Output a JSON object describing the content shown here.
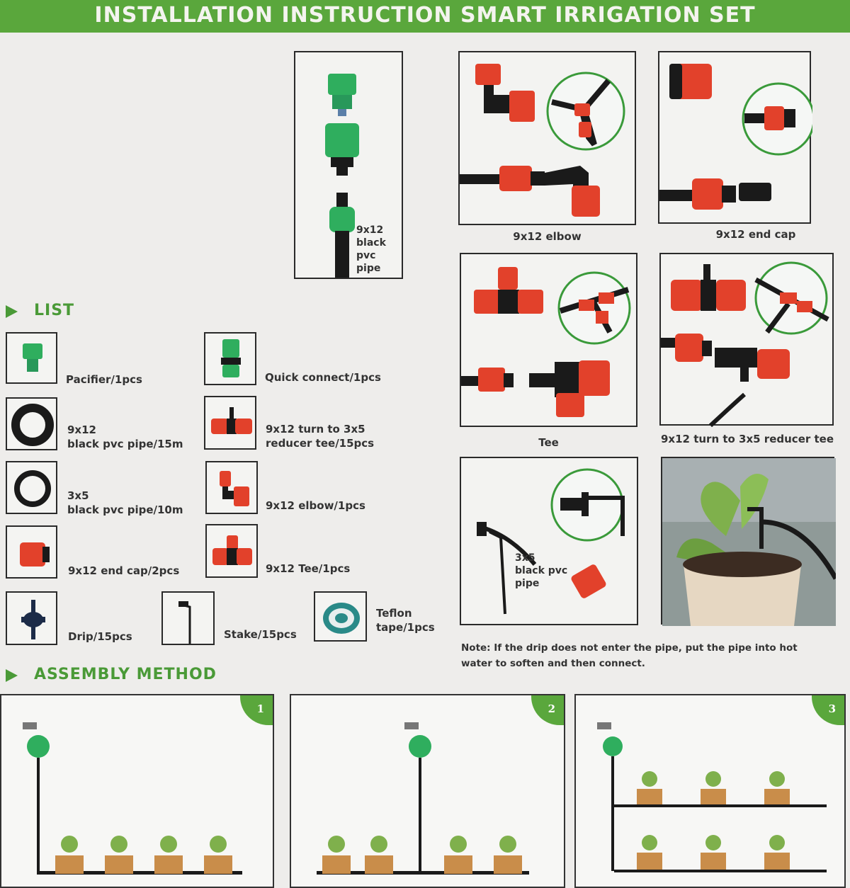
{
  "banner": {
    "title": "INSTALLATION INSTRUCTION SMART IRRIGATION SET"
  },
  "top": {
    "pipe_label": "9x12\nblack\npvc pipe",
    "elbow_caption": "9x12 elbow",
    "endcap_caption": "9x12 end cap",
    "tee_caption": "Tee",
    "reducer_caption": "9x12 turn to 3x5 reducer tee",
    "stake_pipe_label": "3x5\nblack pvc\npipe"
  },
  "list": {
    "heading": "LIST",
    "items": [
      {
        "label": "Pacifier/1pcs"
      },
      {
        "label": "Quick connect/1pcs"
      },
      {
        "label": "9x12\nblack pvc pipe/15m"
      },
      {
        "label": "9x12 turn to 3x5\nreducer tee/15pcs"
      },
      {
        "label": "3x5\nblack pvc pipe/10m"
      },
      {
        "label": "9x12 elbow/1pcs"
      },
      {
        "label": "9x12 end cap/2pcs"
      },
      {
        "label": "9x12 Tee/1pcs"
      },
      {
        "label": "Drip/15pcs"
      },
      {
        "label": "Stake/15pcs"
      },
      {
        "label": "Teflon\ntape/1pcs"
      }
    ]
  },
  "note": {
    "text": "Note: If the drip does not enter the pipe, put the pipe into hot water to soften and then connect."
  },
  "assembly": {
    "heading": "ASSEMBLY METHOD",
    "steps": [
      {
        "num": "1"
      },
      {
        "num": "2"
      },
      {
        "num": "3"
      }
    ]
  },
  "colors": {
    "brand_green": "#5aa73c",
    "fitting_red": "#e2412b",
    "connector_green": "#2fae5e",
    "pipe_black": "#1a1a1a"
  }
}
